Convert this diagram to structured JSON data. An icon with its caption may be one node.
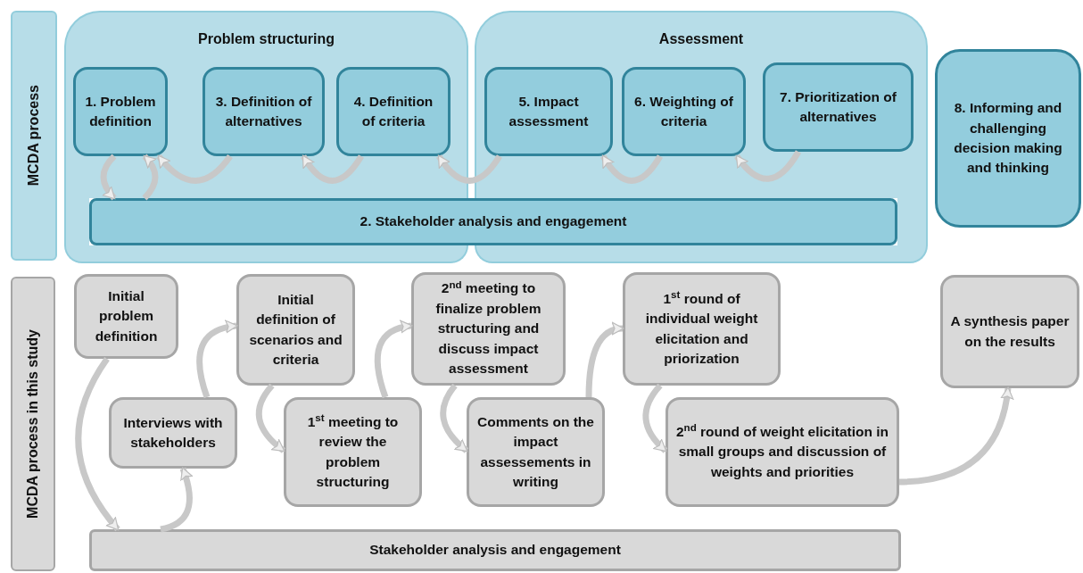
{
  "diagram": {
    "nodes": [
      {
        "text": [
          "MCDA process"
        ]
      },
      {
        "text": [
          "Problem structuring"
        ]
      },
      {
        "text": [
          "Assessment"
        ]
      },
      {
        "text": [
          "1. Problem definition"
        ],
        "in": 1
      },
      {
        "text": [
          "3. Definition of alternatives"
        ],
        "in": 1
      },
      {
        "text": [
          "4. Definition of criteria"
        ],
        "in": 1
      },
      {
        "text": [
          "5. Impact assessment"
        ],
        "in": 2
      },
      {
        "text": [
          "6. Weighting of criteria"
        ],
        "in": 2
      },
      {
        "text": [
          "7. Prioritization of alternatives"
        ],
        "in": 2
      },
      {
        "text": [
          "2. Stakeholder analysis and engagement"
        ]
      },
      {
        "text": [
          "8. Informing and challenging decision making and thinking"
        ]
      },
      {
        "text": [
          "MCDA process in this study"
        ]
      },
      {
        "text": [
          "Initial problem definition"
        ]
      },
      {
        "text": [
          "Initial definition of scenarios and criteria"
        ]
      },
      {
        "text": [
          "2$^{nd}$ meeting to finalize problem structuring and discuss impact assessment"
        ]
      },
      {
        "text": [
          "1$^{st}$ round of individual weight elicitation and priorization"
        ]
      },
      {
        "text": [
          "A synthesis paper on the results"
        ]
      },
      {
        "text": [
          "Interviews with stakeholders"
        ]
      },
      {
        "text": [
          "1$^{st}$ meeting to review the problem structuring"
        ]
      },
      {
        "text": [
          "Comments on the impact assessements in writing"
        ]
      },
      {
        "text": [
          "2$^{nd}$ round of weight elicitation in small groups and discussion of weights and priorities"
        ]
      },
      {
        "text": [
          "Stakeholder analysis and engagement"
        ]
      }
    ],
    "edges": [
      {
        "from": 3,
        "to": 9,
        "arrow": "to"
      },
      {
        "from": 9,
        "to": 3,
        "arrow": "to"
      },
      {
        "from": 4,
        "to": 3,
        "arrow": "to"
      },
      {
        "from": 5,
        "to": 4,
        "arrow": "to"
      },
      {
        "from": 6,
        "to": 5,
        "arrow": "to"
      },
      {
        "from": 7,
        "to": 6,
        "arrow": "to"
      },
      {
        "from": 8,
        "to": 7,
        "arrow": "to"
      },
      {
        "from": 12,
        "to": 21,
        "arrow": "to"
      },
      {
        "from": 21,
        "to": 17,
        "arrow": "to"
      },
      {
        "from": 17,
        "to": 13,
        "arrow": "to"
      },
      {
        "from": 13,
        "to": 18,
        "arrow": "to"
      },
      {
        "from": 18,
        "to": 14,
        "arrow": "to"
      },
      {
        "from": 14,
        "to": 19,
        "arrow": "to"
      },
      {
        "from": 19,
        "to": 15,
        "arrow": "to"
      },
      {
        "from": 15,
        "to": 20,
        "arrow": "to"
      },
      {
        "from": 20,
        "to": 16,
        "arrow": "to"
      }
    ]
  }
}
